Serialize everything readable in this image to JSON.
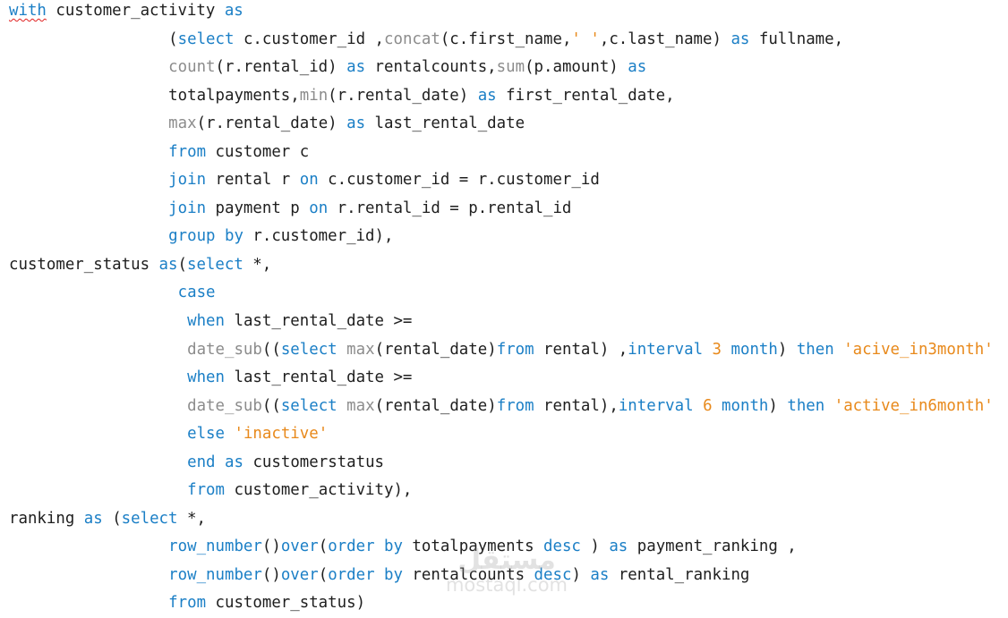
{
  "colors": {
    "keyword": "#1b7fc6",
    "function": "#8c8c8c",
    "string": "#e8891b",
    "number": "#e8891b",
    "text": "#1e1e1e"
  },
  "watermark": {
    "logo": "مستقل",
    "site": "mostaql.com"
  },
  "lines": [
    {
      "indent": 0,
      "tokens": [
        {
          "c": "k",
          "t": "with",
          "sq": true
        },
        {
          "c": "p",
          "t": " customer_activity "
        },
        {
          "c": "k",
          "t": "as"
        }
      ]
    },
    {
      "indent": 17,
      "tokens": [
        {
          "c": "p",
          "t": "("
        },
        {
          "c": "k",
          "t": "select"
        },
        {
          "c": "p",
          "t": " c.customer_id ,"
        },
        {
          "c": "f",
          "t": "concat"
        },
        {
          "c": "p",
          "t": "(c.first_name,"
        },
        {
          "c": "s",
          "t": "' '"
        },
        {
          "c": "p",
          "t": ",c.last_name) "
        },
        {
          "c": "k",
          "t": "as"
        },
        {
          "c": "p",
          "t": " fullname,"
        }
      ]
    },
    {
      "indent": 17,
      "tokens": [
        {
          "c": "f",
          "t": "count"
        },
        {
          "c": "p",
          "t": "(r.rental_id) "
        },
        {
          "c": "k",
          "t": "as"
        },
        {
          "c": "p",
          "t": " rentalcounts,"
        },
        {
          "c": "f",
          "t": "sum"
        },
        {
          "c": "p",
          "t": "(p.amount) "
        },
        {
          "c": "k",
          "t": "as"
        }
      ]
    },
    {
      "indent": 17,
      "tokens": [
        {
          "c": "p",
          "t": "totalpayments,"
        },
        {
          "c": "f",
          "t": "min"
        },
        {
          "c": "p",
          "t": "(r.rental_date) "
        },
        {
          "c": "k",
          "t": "as"
        },
        {
          "c": "p",
          "t": " first_rental_date,"
        }
      ]
    },
    {
      "indent": 17,
      "tokens": [
        {
          "c": "f",
          "t": "max"
        },
        {
          "c": "p",
          "t": "(r.rental_date) "
        },
        {
          "c": "k",
          "t": "as"
        },
        {
          "c": "p",
          "t": " last_rental_date"
        }
      ]
    },
    {
      "indent": 17,
      "tokens": [
        {
          "c": "k",
          "t": "from"
        },
        {
          "c": "p",
          "t": " customer c"
        }
      ]
    },
    {
      "indent": 17,
      "tokens": [
        {
          "c": "k",
          "t": "join"
        },
        {
          "c": "p",
          "t": " rental r "
        },
        {
          "c": "k",
          "t": "on"
        },
        {
          "c": "p",
          "t": " c.customer_id = r.customer_id"
        }
      ]
    },
    {
      "indent": 17,
      "tokens": [
        {
          "c": "k",
          "t": "join"
        },
        {
          "c": "p",
          "t": " payment p "
        },
        {
          "c": "k",
          "t": "on"
        },
        {
          "c": "p",
          "t": " r.rental_id = p.rental_id"
        }
      ]
    },
    {
      "indent": 17,
      "tokens": [
        {
          "c": "k",
          "t": "group by"
        },
        {
          "c": "p",
          "t": " r.customer_id),"
        }
      ]
    },
    {
      "indent": 0,
      "tokens": [
        {
          "c": "p",
          "t": "customer_status "
        },
        {
          "c": "k",
          "t": "as"
        },
        {
          "c": "p",
          "t": "("
        },
        {
          "c": "k",
          "t": "select"
        },
        {
          "c": "p",
          "t": " *,"
        }
      ]
    },
    {
      "indent": 18,
      "tokens": [
        {
          "c": "k",
          "t": "case"
        }
      ]
    },
    {
      "indent": 19,
      "tokens": [
        {
          "c": "k",
          "t": "when"
        },
        {
          "c": "p",
          "t": " last_rental_date >="
        }
      ]
    },
    {
      "indent": 19,
      "tokens": [
        {
          "c": "f",
          "t": "date_sub"
        },
        {
          "c": "p",
          "t": "(("
        },
        {
          "c": "k",
          "t": "select"
        },
        {
          "c": "p",
          "t": " "
        },
        {
          "c": "f",
          "t": "max"
        },
        {
          "c": "p",
          "t": "(rental_date)"
        },
        {
          "c": "k",
          "t": "from"
        },
        {
          "c": "p",
          "t": " rental) ,"
        },
        {
          "c": "k",
          "t": "interval"
        },
        {
          "c": "p",
          "t": " "
        },
        {
          "c": "n",
          "t": "3"
        },
        {
          "c": "p",
          "t": " "
        },
        {
          "c": "k",
          "t": "month"
        },
        {
          "c": "p",
          "t": ") "
        },
        {
          "c": "k",
          "t": "then"
        },
        {
          "c": "p",
          "t": " "
        },
        {
          "c": "s",
          "t": "'acive_in3month'"
        }
      ]
    },
    {
      "indent": 19,
      "tokens": [
        {
          "c": "k",
          "t": "when"
        },
        {
          "c": "p",
          "t": " last_rental_date >="
        }
      ]
    },
    {
      "indent": 19,
      "tokens": [
        {
          "c": "f",
          "t": "date_sub"
        },
        {
          "c": "p",
          "t": "(("
        },
        {
          "c": "k",
          "t": "select"
        },
        {
          "c": "p",
          "t": " "
        },
        {
          "c": "f",
          "t": "max"
        },
        {
          "c": "p",
          "t": "(rental_date)"
        },
        {
          "c": "k",
          "t": "from"
        },
        {
          "c": "p",
          "t": " rental),"
        },
        {
          "c": "k",
          "t": "interval"
        },
        {
          "c": "p",
          "t": " "
        },
        {
          "c": "n",
          "t": "6"
        },
        {
          "c": "p",
          "t": " "
        },
        {
          "c": "k",
          "t": "month"
        },
        {
          "c": "p",
          "t": ") "
        },
        {
          "c": "k",
          "t": "then"
        },
        {
          "c": "p",
          "t": " "
        },
        {
          "c": "s",
          "t": "'active_in6month'"
        }
      ]
    },
    {
      "indent": 19,
      "tokens": [
        {
          "c": "k",
          "t": "else"
        },
        {
          "c": "p",
          "t": " "
        },
        {
          "c": "s",
          "t": "'inactive'"
        }
      ]
    },
    {
      "indent": 19,
      "tokens": [
        {
          "c": "k",
          "t": "end"
        },
        {
          "c": "p",
          "t": " "
        },
        {
          "c": "k",
          "t": "as"
        },
        {
          "c": "p",
          "t": " customerstatus"
        }
      ]
    },
    {
      "indent": 19,
      "tokens": [
        {
          "c": "k",
          "t": "from"
        },
        {
          "c": "p",
          "t": " customer_activity),"
        }
      ]
    },
    {
      "indent": 0,
      "tokens": [
        {
          "c": "p",
          "t": "ranking "
        },
        {
          "c": "k",
          "t": "as"
        },
        {
          "c": "p",
          "t": " ("
        },
        {
          "c": "k",
          "t": "select"
        },
        {
          "c": "p",
          "t": " *,"
        }
      ]
    },
    {
      "indent": 17,
      "tokens": [
        {
          "c": "k",
          "t": "row_number"
        },
        {
          "c": "p",
          "t": "()"
        },
        {
          "c": "k",
          "t": "over"
        },
        {
          "c": "p",
          "t": "("
        },
        {
          "c": "k",
          "t": "order by"
        },
        {
          "c": "p",
          "t": " totalpayments "
        },
        {
          "c": "k",
          "t": "desc"
        },
        {
          "c": "p",
          "t": " ) "
        },
        {
          "c": "k",
          "t": "as"
        },
        {
          "c": "p",
          "t": " payment_ranking ,"
        }
      ]
    },
    {
      "indent": 17,
      "tokens": [
        {
          "c": "k",
          "t": "row_number"
        },
        {
          "c": "p",
          "t": "()"
        },
        {
          "c": "k",
          "t": "over"
        },
        {
          "c": "p",
          "t": "("
        },
        {
          "c": "k",
          "t": "order by"
        },
        {
          "c": "p",
          "t": " rentalcounts "
        },
        {
          "c": "k",
          "t": "desc"
        },
        {
          "c": "p",
          "t": ") "
        },
        {
          "c": "k",
          "t": "as"
        },
        {
          "c": "p",
          "t": " rental_ranking"
        }
      ]
    },
    {
      "indent": 17,
      "tokens": [
        {
          "c": "k",
          "t": "from"
        },
        {
          "c": "p",
          "t": " customer_status)"
        }
      ]
    }
  ]
}
